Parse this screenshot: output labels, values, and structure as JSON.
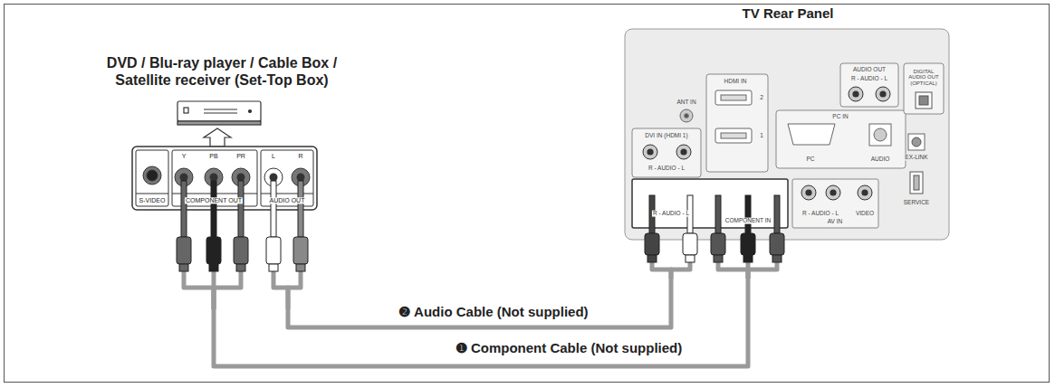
{
  "diagram": {
    "nodes": [
      {
        "text": [
          "DVD / Blu-ray player / Cable Box / Satellite receiver (Set-Top Box)"
        ]
      },
      {
        "text": [
          "TV Rear Panel"
        ]
      }
    ],
    "edges": [
      {
        "from": 0,
        "to": 1,
        "arrow": "none",
        "label": "❶ Component Cable (Not supplied)"
      },
      {
        "from": 0,
        "to": 1,
        "arrow": "none",
        "label": "❷ Audio Cable (Not supplied)"
      }
    ],
    "labels": [
      "S-VIDEO",
      "Y",
      "PB",
      "PR",
      "COMPONENT OUT",
      "L",
      "R",
      "AUDIO OUT",
      "ANT IN",
      "HDMI IN",
      "2",
      "1",
      "DVI IN (HDMI 1)",
      "R - AUDIO - L",
      "PC IN",
      "PC",
      "AUDIO",
      "EX-LINK",
      "SERVICE",
      "AUDIO OUT",
      "R - AUDIO - L",
      "DIGITAL AUDIO OUT (OPTICAL)",
      "R - AUDIO - L",
      "COMPONENT IN",
      "R - AUDIO - L",
      "VIDEO",
      "AV IN"
    ]
  }
}
